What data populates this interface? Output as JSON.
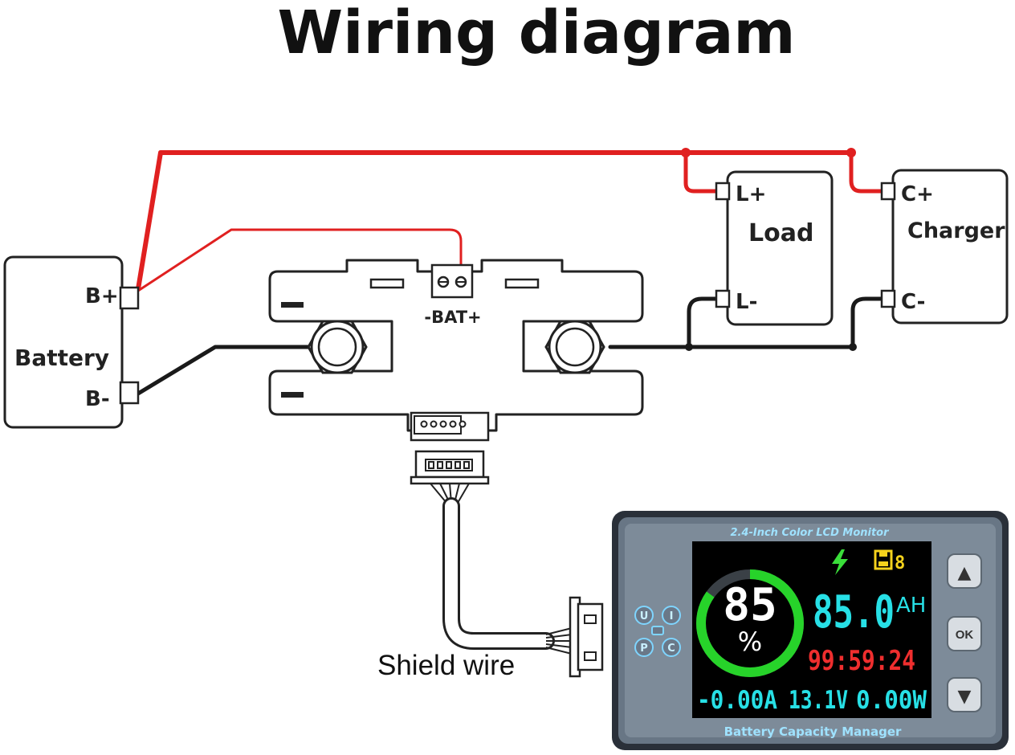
{
  "title": "Wiring diagram",
  "battery": {
    "label": "Battery",
    "pos": "B+",
    "neg": "B-"
  },
  "load": {
    "label": "Load",
    "pos": "L+",
    "neg": "L-"
  },
  "charger": {
    "label": "Charger",
    "pos": "C+",
    "neg": "C-"
  },
  "shunt": {
    "bat_label": "-BAT+",
    "minus_sign": "−"
  },
  "shield_wire_label": "Shield wire",
  "monitor": {
    "top_label": "2.4-Inch Color LCD Monitor",
    "bottom_label": "Battery Capacity Manager",
    "percent_value": "85",
    "percent_unit": "%",
    "storage_count": "8",
    "capacity_value": "85.0",
    "capacity_unit": "AH",
    "time": "99:59:24",
    "current": "-0.00A",
    "voltage": "13.1V",
    "power": "0.00W",
    "soc_fraction": 0.85,
    "buttons": {
      "up": "▲",
      "ok": "OK",
      "down": "▼"
    },
    "mode_letters": [
      "U",
      "I",
      "P",
      "C"
    ]
  },
  "colors": {
    "positive_wire": "#e02020",
    "negative_wire": "#1a1a1a",
    "lcd_ring": "#27d32a",
    "lcd_cyan": "#27e0e6",
    "lcd_red": "#ef2e2e",
    "lcd_yellow": "#f5d21c",
    "lcd_green": "#3adf3a",
    "panel": "#5f6c7a"
  }
}
